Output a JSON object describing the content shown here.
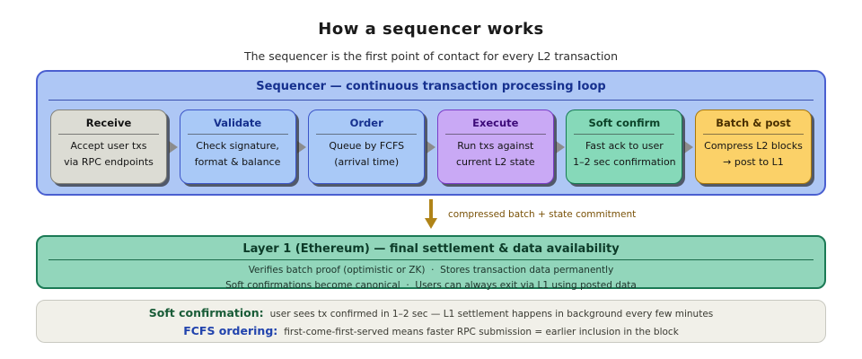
{
  "page": {
    "title": "How a sequencer works",
    "subtitle": "The sequencer is the first point of contact for every L2 transaction"
  },
  "sequencer": {
    "title": "Sequencer — continuous transaction processing loop",
    "container_fill": "#aec7f5",
    "container_border": "#4a5fd0",
    "title_color": "#16308e",
    "stages": [
      {
        "title": "Receive",
        "line1": "Accept user txs",
        "line2": "via RPC endpoints",
        "fill": "#dcdcd4",
        "border": "#82827a",
        "title_color": "#141414"
      },
      {
        "title": "Validate",
        "line1": "Check signature,",
        "line2": "format & balance",
        "fill": "#a9c9f7",
        "border": "#3c55c8",
        "title_color": "#16308e"
      },
      {
        "title": "Order",
        "line1": "Queue by FCFS",
        "line2": "(arrival time)",
        "fill": "#a9c9f7",
        "border": "#3c55c8",
        "title_color": "#16308e"
      },
      {
        "title": "Execute",
        "line1": "Run txs against",
        "line2": "current L2 state",
        "fill": "#c9a9f5",
        "border": "#7a3cc8",
        "title_color": "#3c0a78"
      },
      {
        "title": "Soft confirm",
        "line1": "Fast ack to user",
        "line2": "1–2 sec confirmation",
        "fill": "#86d9b9",
        "border": "#157a52",
        "title_color": "#0b4228"
      },
      {
        "title": "Batch & post",
        "line1": "Compress L2 blocks",
        "line2": "→ post to L1",
        "fill": "#fbd168",
        "border": "#a8780a",
        "title_color": "#4a3000"
      }
    ]
  },
  "handoff": {
    "label": "compressed batch + state commitment",
    "arrow_color": "#b08418",
    "label_color": "#7a5208"
  },
  "layer1": {
    "title": "Layer 1 (Ethereum) — final settlement & data availability",
    "line1": "Verifies batch proof (optimistic or ZK)  ·  Stores transaction data permanently",
    "line2": "Soft confirmations become canonical  ·  Users can always exit via L1 using posted data",
    "fill": "#92d6bb",
    "border": "#1b7a55",
    "title_color": "#0c3b28"
  },
  "legend": {
    "fill": "#f1f0e9",
    "border": "#c9c9c1",
    "rows": [
      {
        "label": "Soft confirmation:",
        "label_color": "#1a5c38",
        "text": "user sees tx confirmed in 1–2 sec — L1 settlement happens in background every few minutes"
      },
      {
        "label": "FCFS ordering:",
        "label_color": "#2143ad",
        "text": "first-come-first-served means faster RPC submission = earlier inclusion in the block"
      }
    ]
  }
}
